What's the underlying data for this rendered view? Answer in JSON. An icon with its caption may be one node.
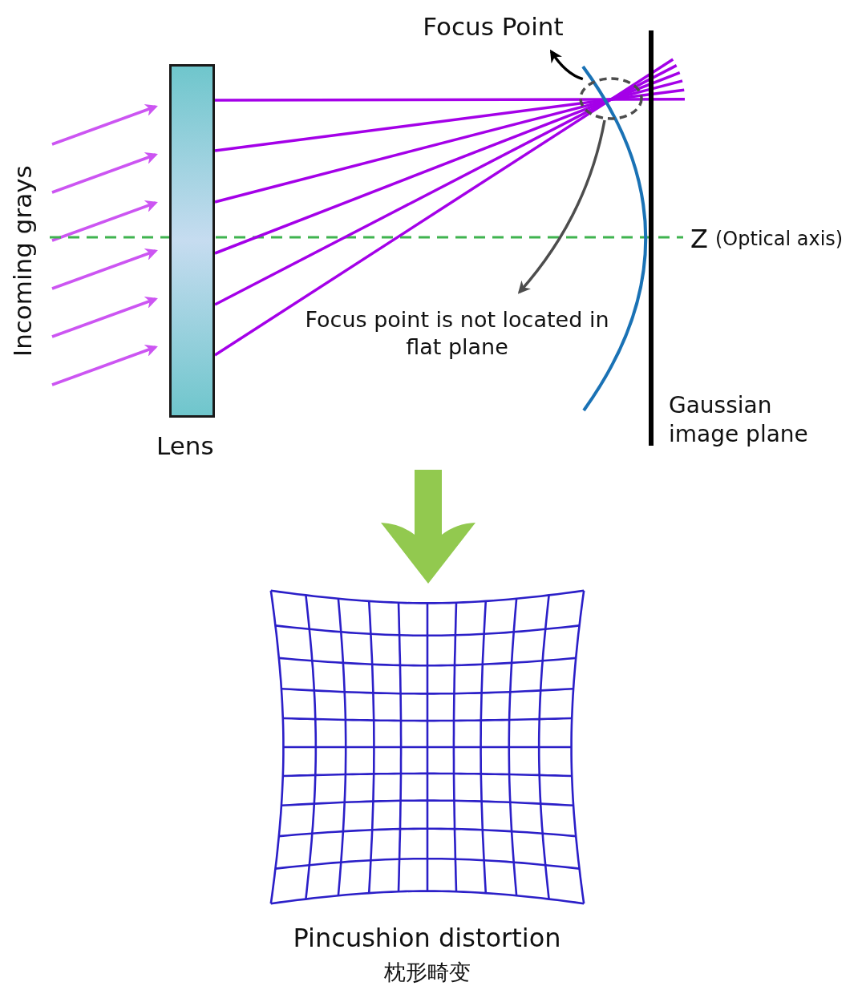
{
  "diagram": {
    "nodes": [
      {
        "text": [
          "Focus Point"
        ]
      },
      {
        "text": [],
        "shape": "ellipse"
      },
      {
        "text": [
          "Lens"
        ]
      },
      {
        "text": [
          "Focus point is not located in flat plane"
        ]
      },
      {
        "text": [],
        "shape": "picture",
        "beside": [
          "Pincushion distortion",
          "枕形畸变"
        ]
      }
    ],
    "edges": [
      {
        "from": 1,
        "to": 0,
        "arrow": "to"
      },
      {
        "from": 1,
        "to": 3,
        "arrow": "to",
        "color": "#4d4d4d"
      },
      {
        "from": null,
        "to": 4,
        "arrow": "to",
        "style": "thick",
        "color": "#92c94f"
      }
    ],
    "labels": [
      "Incoming grays",
      "Z",
      "(Optical axis)",
      "Gaussian image plane"
    ]
  }
}
